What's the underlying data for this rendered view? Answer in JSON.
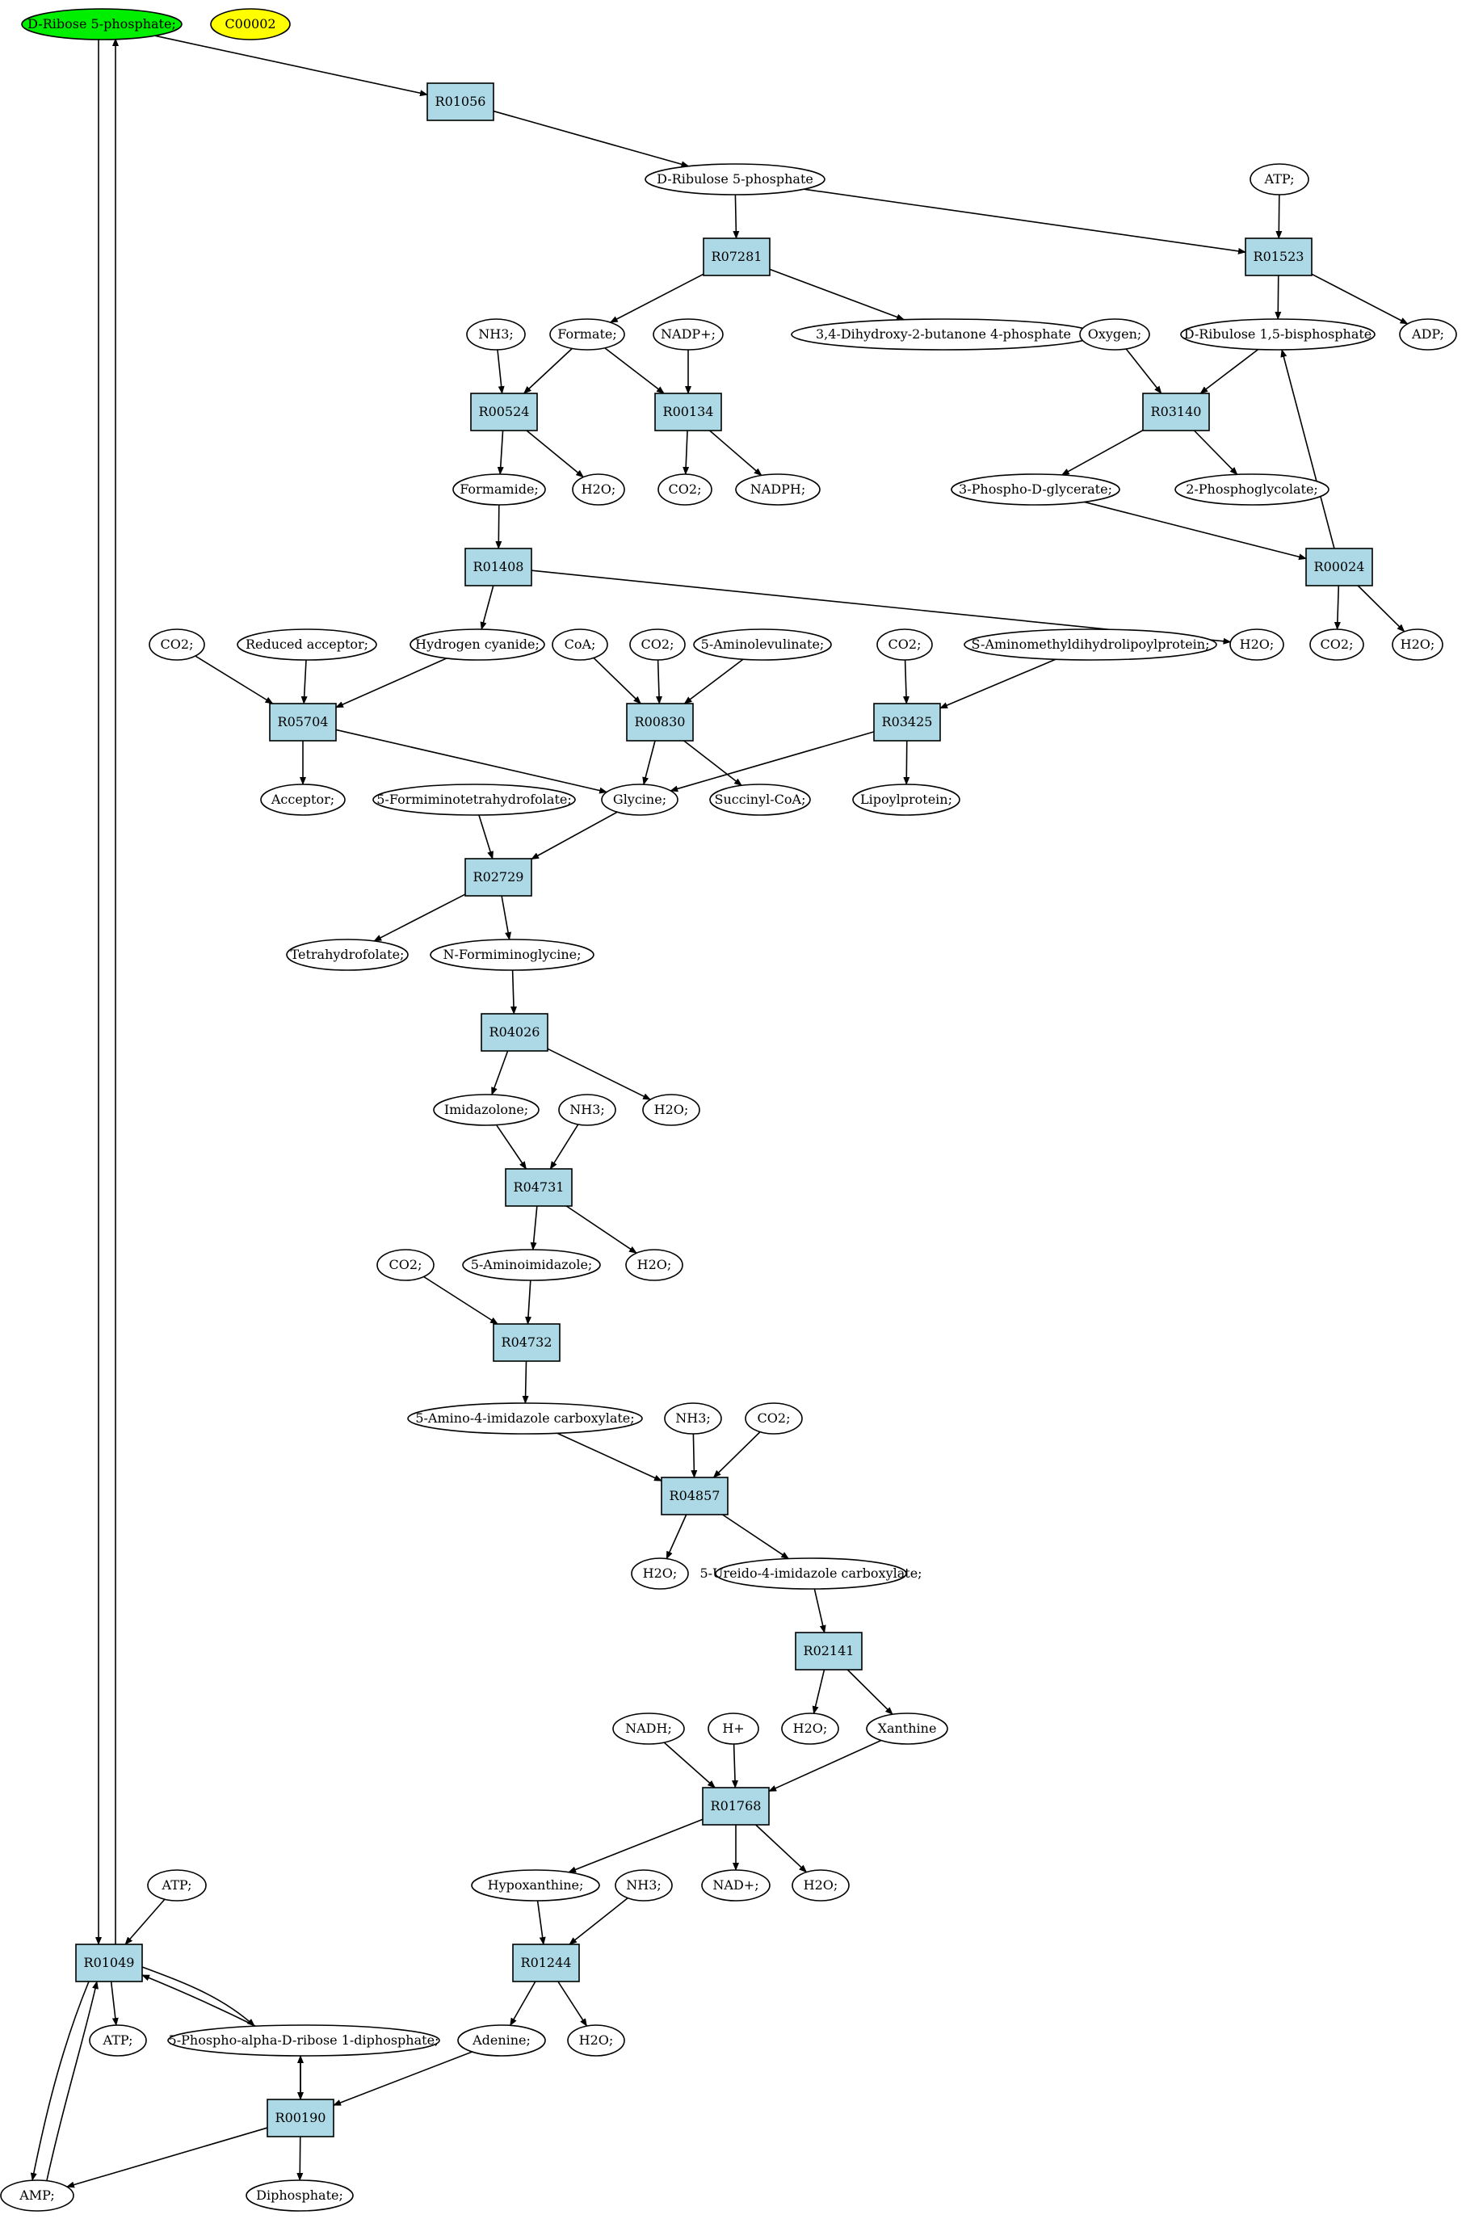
{
  "colors": {
    "reaction_fill": "#add8e6",
    "compound_fill": "#ffffff",
    "start_fill": "#00ee00",
    "highlight_fill": "#ffff00",
    "line": "#000000"
  },
  "nodes": [
    {
      "id": "ribose5p",
      "kind": "compound",
      "label": "D-Ribose 5-phosphate;",
      "fill": "#00ee00"
    },
    {
      "id": "c00002",
      "kind": "compound",
      "label": "C00002",
      "fill": "#ffff00"
    },
    {
      "id": "R01056",
      "kind": "reaction",
      "label": "R01056"
    },
    {
      "id": "ribulose5p",
      "kind": "compound",
      "label": "D-Ribulose 5-phosphate"
    },
    {
      "id": "atp1",
      "kind": "compound",
      "label": "ATP;"
    },
    {
      "id": "R07281",
      "kind": "reaction",
      "label": "R07281"
    },
    {
      "id": "R01523",
      "kind": "reaction",
      "label": "R01523"
    },
    {
      "id": "nh3a",
      "kind": "compound",
      "label": "NH3;"
    },
    {
      "id": "formate",
      "kind": "compound",
      "label": "Formate;"
    },
    {
      "id": "nadp",
      "kind": "compound",
      "label": "NADP+;"
    },
    {
      "id": "dhbp",
      "kind": "compound",
      "label": "3,4-Dihydroxy-2-butanone 4-phosphate"
    },
    {
      "id": "oxygen",
      "kind": "compound",
      "label": "Oxygen;"
    },
    {
      "id": "rubp",
      "kind": "compound",
      "label": "D-Ribulose 1,5-bisphosphate"
    },
    {
      "id": "adp",
      "kind": "compound",
      "label": "ADP;"
    },
    {
      "id": "R00524",
      "kind": "reaction",
      "label": "R00524"
    },
    {
      "id": "R00134",
      "kind": "reaction",
      "label": "R00134"
    },
    {
      "id": "R03140",
      "kind": "reaction",
      "label": "R03140"
    },
    {
      "id": "formamide",
      "kind": "compound",
      "label": "Formamide;"
    },
    {
      "id": "h2oa",
      "kind": "compound",
      "label": "H2O;"
    },
    {
      "id": "co2a",
      "kind": "compound",
      "label": "CO2;"
    },
    {
      "id": "nadph",
      "kind": "compound",
      "label": "NADPH;"
    },
    {
      "id": "pga",
      "kind": "compound",
      "label": "3-Phospho-D-glycerate;"
    },
    {
      "id": "pgc",
      "kind": "compound",
      "label": "2-Phosphoglycolate;"
    },
    {
      "id": "R01408",
      "kind": "reaction",
      "label": "R01408"
    },
    {
      "id": "R00024",
      "kind": "reaction",
      "label": "R00024"
    },
    {
      "id": "co2b",
      "kind": "compound",
      "label": "CO2;"
    },
    {
      "id": "redacc",
      "kind": "compound",
      "label": "Reduced acceptor;"
    },
    {
      "id": "hcn",
      "kind": "compound",
      "label": "Hydrogen cyanide;"
    },
    {
      "id": "coa",
      "kind": "compound",
      "label": "CoA;"
    },
    {
      "id": "co2c",
      "kind": "compound",
      "label": "CO2;"
    },
    {
      "id": "ala",
      "kind": "compound",
      "label": "5-Aminolevulinate;"
    },
    {
      "id": "co2d",
      "kind": "compound",
      "label": "CO2;"
    },
    {
      "id": "samdlp",
      "kind": "compound",
      "label": "S-Aminomethyldihydrolipoylprotein;"
    },
    {
      "id": "h2ob",
      "kind": "compound",
      "label": "H2O;"
    },
    {
      "id": "co2e",
      "kind": "compound",
      "label": "CO2;"
    },
    {
      "id": "h2oc",
      "kind": "compound",
      "label": "H2O;"
    },
    {
      "id": "R05704",
      "kind": "reaction",
      "label": "R05704"
    },
    {
      "id": "R00830",
      "kind": "reaction",
      "label": "R00830"
    },
    {
      "id": "R03425",
      "kind": "reaction",
      "label": "R03425"
    },
    {
      "id": "acceptor",
      "kind": "compound",
      "label": "Acceptor;"
    },
    {
      "id": "fthf",
      "kind": "compound",
      "label": "5-Formiminotetrahydrofolate;"
    },
    {
      "id": "glycine",
      "kind": "compound",
      "label": "Glycine;"
    },
    {
      "id": "succoa",
      "kind": "compound",
      "label": "Succinyl-CoA;"
    },
    {
      "id": "lipoyl",
      "kind": "compound",
      "label": "Lipoylprotein;"
    },
    {
      "id": "R02729",
      "kind": "reaction",
      "label": "R02729"
    },
    {
      "id": "thf",
      "kind": "compound",
      "label": "Tetrahydrofolate;"
    },
    {
      "id": "nfg",
      "kind": "compound",
      "label": "N-Formiminoglycine;"
    },
    {
      "id": "R04026",
      "kind": "reaction",
      "label": "R04026"
    },
    {
      "id": "imidazolone",
      "kind": "compound",
      "label": "Imidazolone;"
    },
    {
      "id": "nh3b",
      "kind": "compound",
      "label": "NH3;"
    },
    {
      "id": "h2od",
      "kind": "compound",
      "label": "H2O;"
    },
    {
      "id": "R04731",
      "kind": "reaction",
      "label": "R04731"
    },
    {
      "id": "co2f",
      "kind": "compound",
      "label": "CO2;"
    },
    {
      "id": "aim",
      "kind": "compound",
      "label": "5-Aminoimidazole;"
    },
    {
      "id": "h2oe",
      "kind": "compound",
      "label": "H2O;"
    },
    {
      "id": "R04732",
      "kind": "reaction",
      "label": "R04732"
    },
    {
      "id": "aic",
      "kind": "compound",
      "label": "5-Amino-4-imidazole carboxylate;"
    },
    {
      "id": "nh3c",
      "kind": "compound",
      "label": "NH3;"
    },
    {
      "id": "co2g",
      "kind": "compound",
      "label": "CO2;"
    },
    {
      "id": "R04857",
      "kind": "reaction",
      "label": "R04857"
    },
    {
      "id": "h2of",
      "kind": "compound",
      "label": "H2O;"
    },
    {
      "id": "uic",
      "kind": "compound",
      "label": "5-Ureido-4-imidazole carboxylate;"
    },
    {
      "id": "R02141",
      "kind": "reaction",
      "label": "R02141"
    },
    {
      "id": "nadh",
      "kind": "compound",
      "label": "NADH;"
    },
    {
      "id": "hplus",
      "kind": "compound",
      "label": "H+"
    },
    {
      "id": "h2og",
      "kind": "compound",
      "label": "H2O;"
    },
    {
      "id": "xanthine",
      "kind": "compound",
      "label": "Xanthine"
    },
    {
      "id": "R01768",
      "kind": "reaction",
      "label": "R01768"
    },
    {
      "id": "atp2",
      "kind": "compound",
      "label": "ATP;"
    },
    {
      "id": "hypox",
      "kind": "compound",
      "label": "Hypoxanthine;"
    },
    {
      "id": "nh3d",
      "kind": "compound",
      "label": "NH3;"
    },
    {
      "id": "nadplus",
      "kind": "compound",
      "label": "NAD+;"
    },
    {
      "id": "h2oh",
      "kind": "compound",
      "label": "H2O;"
    },
    {
      "id": "R01049",
      "kind": "reaction",
      "label": "R01049"
    },
    {
      "id": "R01244",
      "kind": "reaction",
      "label": "R01244"
    },
    {
      "id": "atp3",
      "kind": "compound",
      "label": "ATP;"
    },
    {
      "id": "prpp",
      "kind": "compound",
      "label": "5-Phospho-alpha-D-ribose 1-diphosphate;"
    },
    {
      "id": "adenine",
      "kind": "compound",
      "label": "Adenine;"
    },
    {
      "id": "h2oi",
      "kind": "compound",
      "label": "H2O;"
    },
    {
      "id": "R00190",
      "kind": "reaction",
      "label": "R00190"
    },
    {
      "id": "amp",
      "kind": "compound",
      "label": "AMP;"
    },
    {
      "id": "diphosphate",
      "kind": "compound",
      "label": "Diphosphate;"
    }
  ]
}
